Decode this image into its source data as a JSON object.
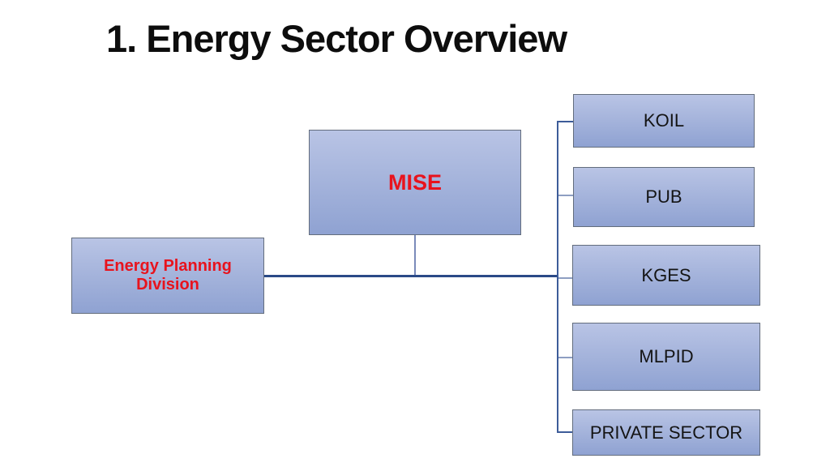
{
  "slide": {
    "title": "1. Energy Sector Overview",
    "background_color": "#ffffff"
  },
  "colors": {
    "box_fill_top": "#b9c4e5",
    "box_fill_bottom": "#8fa2d2",
    "box_border": "#636d7d",
    "red_label": "#e8131d",
    "black_label": "#141414",
    "connector_main": "#2b4a87",
    "connector_trunk": "#3d5c99",
    "connector_stub_light": "#8e9ec2",
    "connector_mise_drop": "#7a8bba",
    "title_color": "#0d0d0d"
  },
  "org_chart": {
    "type": "org-chart",
    "nodes": {
      "epd": {
        "label": "Energy Planning Division",
        "text_style": "red-bold"
      },
      "mise": {
        "label": "MISE",
        "text_style": "red-bold"
      },
      "koil": {
        "label": "KOIL",
        "text_style": "black"
      },
      "pub": {
        "label": "PUB",
        "text_style": "black"
      },
      "kges": {
        "label": "KGES",
        "text_style": "black"
      },
      "mlpid": {
        "label": "MLPID",
        "text_style": "black"
      },
      "private": {
        "label": "PRIVATE SECTOR",
        "text_style": "black"
      }
    },
    "edges": [
      {
        "from": "epd",
        "to": "mise"
      },
      {
        "from": "epd",
        "to": "koil"
      },
      {
        "from": "epd",
        "to": "pub"
      },
      {
        "from": "epd",
        "to": "kges"
      },
      {
        "from": "epd",
        "to": "mlpid"
      },
      {
        "from": "epd",
        "to": "private"
      }
    ]
  }
}
